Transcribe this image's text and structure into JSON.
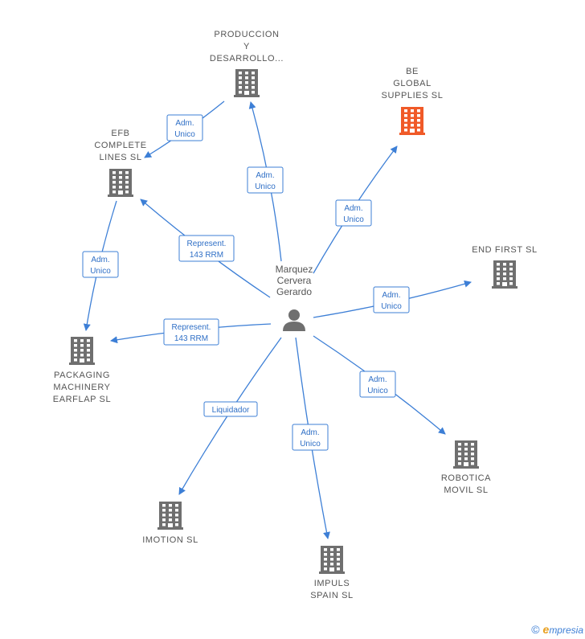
{
  "colors": {
    "edge": "#3d7fd6",
    "building": "#6f6f6f",
    "building_highlight": "#f05a28",
    "person": "#6f6f6f",
    "label": "#555555"
  },
  "center": {
    "name_lines": [
      "Marquez",
      "Cervera",
      "Gerardo"
    ],
    "icon": "person-icon"
  },
  "nodes": [
    {
      "id": "produccion",
      "lines": [
        "PRODUCCION",
        "Y",
        "DESARROLLO..."
      ],
      "icon": "building-icon",
      "highlight": false
    },
    {
      "id": "be-global",
      "lines": [
        "BE",
        "GLOBAL",
        "SUPPLIES  SL"
      ],
      "icon": "building-icon",
      "highlight": true
    },
    {
      "id": "efb",
      "lines": [
        "EFB",
        "COMPLETE",
        "LINES  SL"
      ],
      "icon": "building-icon",
      "highlight": false
    },
    {
      "id": "end-first",
      "lines": [
        "END FIRST  SL"
      ],
      "icon": "building-icon",
      "highlight": false
    },
    {
      "id": "packaging",
      "lines": [
        "PACKAGING",
        "MACHINERY",
        "EARFLAP  SL"
      ],
      "icon": "building-icon",
      "highlight": false
    },
    {
      "id": "robotica",
      "lines": [
        "ROBOTICA",
        "MOVIL  SL"
      ],
      "icon": "building-icon",
      "highlight": false
    },
    {
      "id": "imotion",
      "lines": [
        "IMOTION SL"
      ],
      "icon": "building-icon",
      "highlight": false
    },
    {
      "id": "impuls",
      "lines": [
        "IMPULS",
        "SPAIN SL"
      ],
      "icon": "building-icon",
      "highlight": false
    }
  ],
  "edges": [
    {
      "id": "e-produccion",
      "from": "center",
      "to": "produccion",
      "lines": [
        "Adm.",
        "Unico"
      ]
    },
    {
      "id": "e-be-global",
      "from": "center",
      "to": "be-global",
      "lines": [
        "Adm.",
        "Unico"
      ]
    },
    {
      "id": "e-efb",
      "from": "center",
      "to": "efb",
      "lines": [
        "Represent.",
        "143 RRM"
      ]
    },
    {
      "id": "e-end-first",
      "from": "center",
      "to": "end-first",
      "lines": [
        "Adm.",
        "Unico"
      ]
    },
    {
      "id": "e-packaging",
      "from": "center",
      "to": "packaging",
      "lines": [
        "Represent.",
        "143 RRM"
      ]
    },
    {
      "id": "e-robotica",
      "from": "center",
      "to": "robotica",
      "lines": [
        "Adm.",
        "Unico"
      ]
    },
    {
      "id": "e-imotion",
      "from": "center",
      "to": "imotion",
      "lines": [
        "Liquidador"
      ]
    },
    {
      "id": "e-impuls",
      "from": "center",
      "to": "impuls",
      "lines": [
        "Adm.",
        "Unico"
      ]
    },
    {
      "id": "e-produccion-efb",
      "from": "produccion",
      "to": "efb",
      "lines": [
        "Adm.",
        "Unico"
      ]
    },
    {
      "id": "e-efb-packaging",
      "from": "efb",
      "to": "packaging",
      "lines": [
        "Adm.",
        "Unico"
      ]
    }
  ],
  "footer": {
    "copyright": "©",
    "brand_first": "e",
    "brand_rest": "mpresia"
  }
}
